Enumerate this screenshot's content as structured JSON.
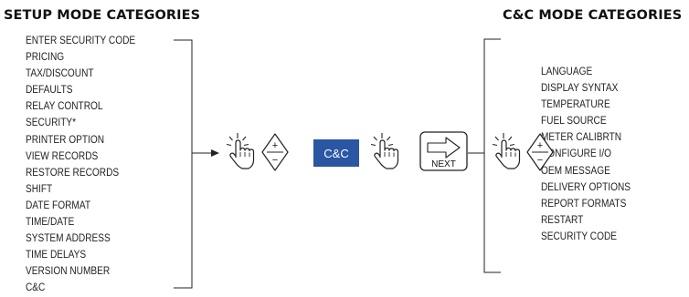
{
  "setup": {
    "heading": "SETUP MODE CATEGORIES",
    "items": [
      "ENTER SECURITY CODE",
      "PRICING",
      "TAX/DISCOUNT",
      "DEFAULTS",
      "RELAY CONTROL",
      "SECURITY*",
      "PRINTER OPTION",
      "VIEW RECORDS",
      "RESTORE RECORDS",
      "SHIFT",
      "DATE FORMAT",
      "TIME/DATE",
      "SYSTEM ADDRESS",
      "TIME DELAYS",
      "VERSION NUMBER",
      "C&C"
    ]
  },
  "cc": {
    "heading": "C&C MODE CATEGORIES",
    "items": [
      "LANGUAGE",
      "DISPLAY SYNTAX",
      "TEMPERATURE",
      "FUEL SOURCE",
      "METER CALIBRTN",
      "CONFIGURE I/O",
      "OEM MESSAGE",
      "DELIVERY OPTIONS",
      "REPORT FORMATS",
      "RESTART",
      "SECURITY CODE"
    ]
  },
  "controls": {
    "plus_symbol": "+",
    "minus_symbol": "−",
    "cc_button_label": "C&C",
    "next_key_label": "NEXT"
  },
  "icons": {
    "touch": "tap-hand-icon",
    "plus_minus": "plus-minus-diamond-icon",
    "next": "next-arrow-key-icon"
  },
  "colors": {
    "cc_button": "#2a56a4",
    "line": "#222222"
  }
}
